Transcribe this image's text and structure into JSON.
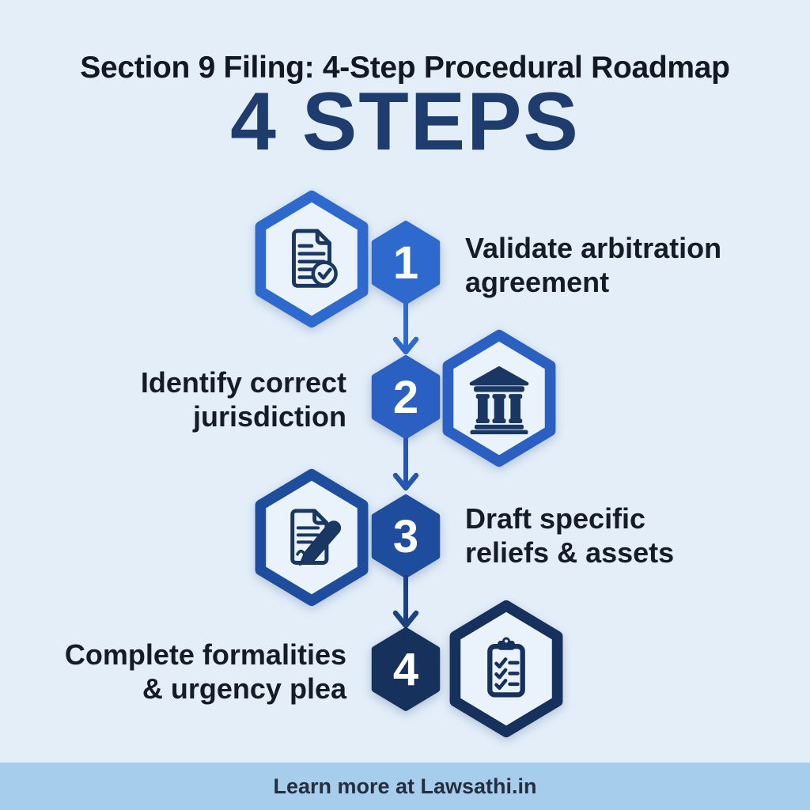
{
  "title": "Section 9 Filing: 4-Step Procedural Roadmap",
  "headline": "4 STEPS",
  "steps": [
    {
      "number": "1",
      "label_line1": "Validate arbitration",
      "label_line2": "agreement",
      "icon": "document-check-icon",
      "side": "right",
      "color": "#2e6ace"
    },
    {
      "number": "2",
      "label_line1": "Identify correct",
      "label_line2": "jurisdiction",
      "icon": "courthouse-icon",
      "side": "left",
      "color": "#2b60c3"
    },
    {
      "number": "3",
      "label_line1": "Draft specific",
      "label_line2": "reliefs & assets",
      "icon": "document-pen-icon",
      "side": "right",
      "color": "#1e4d9d"
    },
    {
      "number": "4",
      "label_line1": "Complete formalities",
      "label_line2": "& urgency plea",
      "icon": "clipboard-checklist-icon",
      "side": "left",
      "color": "#16315c"
    }
  ],
  "footer": {
    "text": "Learn more at Lawsathi.in"
  },
  "colors": {
    "bg": "#e3eef9",
    "title": "#131922",
    "headline": "#1e3d6e",
    "step1": "#2e6ace",
    "step2": "#2b60c3",
    "step3": "#1e4d9d",
    "step4": "#16315c",
    "icon-navy": "#1a3763",
    "hex-fill": "#eaf3fc",
    "arrow1": "#2e6ace",
    "arrow2": "#2756b2",
    "arrow3": "#1c4183",
    "label": "#161c26",
    "number": "#ffffff",
    "footer-bg": "#a7cded",
    "footer-text": "#232e3e"
  }
}
